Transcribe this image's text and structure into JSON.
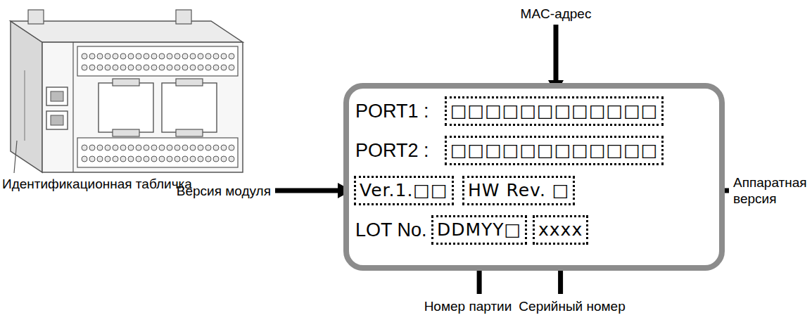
{
  "diagram": {
    "nodes": [
      {
        "text": [
          "PORT1 :",
          "PORT2 :",
          "LOT No."
        ]
      },
      {
        "text": [
          "□□□□□□□□□□□□"
        ],
        "in": 0
      },
      {
        "text": [
          "□□□□□□□□□□□□"
        ],
        "in": 0
      },
      {
        "text": [
          "Ver.1.□□"
        ],
        "in": 0
      },
      {
        "text": [
          "HW Rev. □"
        ],
        "in": 0
      },
      {
        "text": [
          "DDMYY□"
        ],
        "in": 0
      },
      {
        "text": [
          "xxxx"
        ],
        "in": 0
      }
    ],
    "labels": [
      "MAC-адрес",
      "Версия модуля",
      "Аппаратная версия",
      "Идентификационная табличка",
      "Номер партии",
      "Серийный номер"
    ]
  }
}
